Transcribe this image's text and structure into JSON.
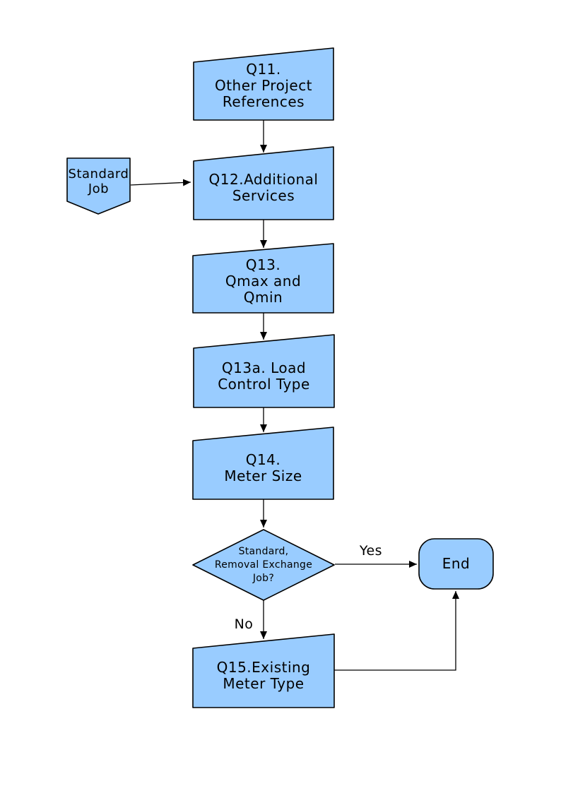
{
  "diagram": {
    "style": {
      "node_fill": "#99CCFF",
      "node_stroke": "#000000",
      "line_color": "#000000",
      "background": "#FFFFFF"
    },
    "nodes": {
      "q11": {
        "shape": "process-slanted",
        "label": "Q11.\nOther Project\nReferences"
      },
      "standard_job": {
        "shape": "offpage-connector",
        "label": "Standard\nJob"
      },
      "q12": {
        "shape": "process-slanted",
        "label": "Q12.Additional\nServices"
      },
      "q13": {
        "shape": "process-slanted",
        "label": "Q13.\nQmax and\nQmin"
      },
      "q13a": {
        "shape": "process-slanted",
        "label": "Q13a. Load\nControl Type"
      },
      "q14": {
        "shape": "process-slanted",
        "label": "Q14.\nMeter Size"
      },
      "decision": {
        "shape": "diamond",
        "label": "Standard,\nRemoval Exchange\nJob?"
      },
      "end": {
        "shape": "terminator",
        "label": "End"
      },
      "q15": {
        "shape": "process-slanted",
        "label": "Q15.Existing\nMeter Type"
      }
    },
    "edge_labels": {
      "yes": "Yes",
      "no": "No"
    }
  }
}
